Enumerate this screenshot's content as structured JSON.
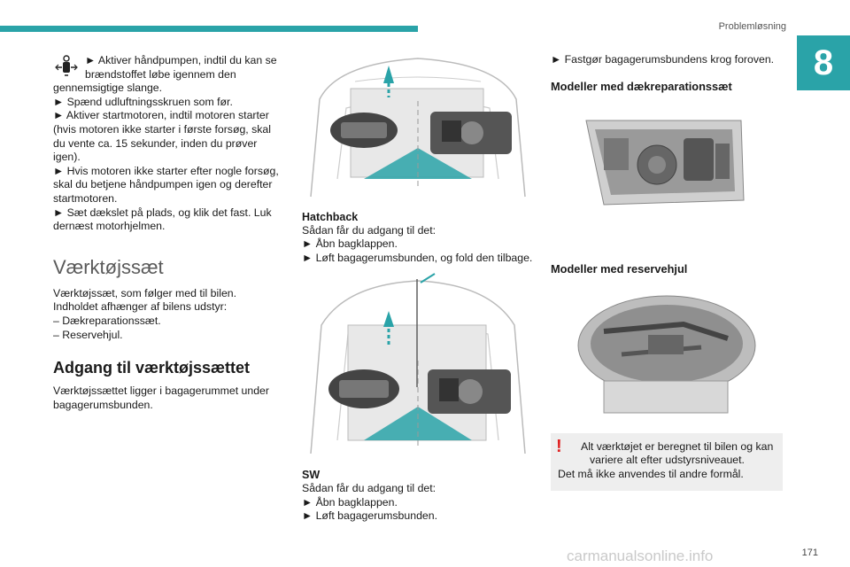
{
  "header": {
    "title": "Problemløsning",
    "chapter": "8",
    "page_number": "171"
  },
  "col1": {
    "pump_line_a": "► Aktiver håndpumpen, indtil du kan se",
    "pump_line_b": "brændstoffet løbe igennem den",
    "pump_line_c": "gennemsigtige slange.",
    "p2": "► Spænd udluftningsskruen som før.",
    "p3": "► Aktiver startmotoren, indtil motoren starter (hvis motoren ikke starter i første forsøg, skal du vente ca. 15 sekunder, inden du prøver igen).",
    "p4": "► Hvis motoren ikke starter efter nogle forsøg, skal du betjene håndpumpen igen og derefter startmotoren.",
    "p5": "► Sæt dækslet på plads, og klik det fast. Luk dernæst motorhjelmen.",
    "section_title": "Værktøjssæt",
    "s1": "Værktøjssæt, som følger med til bilen.",
    "s2": "Indholdet afhænger af bilens udstyr:",
    "s3": "– Dækreparationssæt.",
    "s4": "– Reservehjul.",
    "heading2": "Adgang til værktøjssættet",
    "s5": "Værktøjssættet ligger i bagagerummet under bagagerumsbunden."
  },
  "col2": {
    "hatch_title": "Hatchback",
    "hatch_l1": "Sådan får du adgang til det:",
    "hatch_l2": "► Åbn bagklappen.",
    "hatch_l3": "► Løft bagagerumsbunden, og fold den tilbage.",
    "sw_title": "SW",
    "sw_l1": "Sådan får du adgang til det:",
    "sw_l2": "► Åbn bagklappen.",
    "sw_l3": "► Løft bagagerumsbunden."
  },
  "col3": {
    "c1": "► Fastgør bagagerumsbundens krog foroven.",
    "h1": "Modeller med dækreparationssæt",
    "h2": "Modeller med reservehjul",
    "note_l1": "Alt værktøjet er beregnet til bilen og kan",
    "note_l2": "variere alt efter udstyrsniveauet.",
    "note_l3": "Det må ikke anvendes til andre formål."
  },
  "watermark": "carmanualsonline.info",
  "colors": {
    "accent": "#2aa3a8",
    "warning": "#e02020"
  }
}
